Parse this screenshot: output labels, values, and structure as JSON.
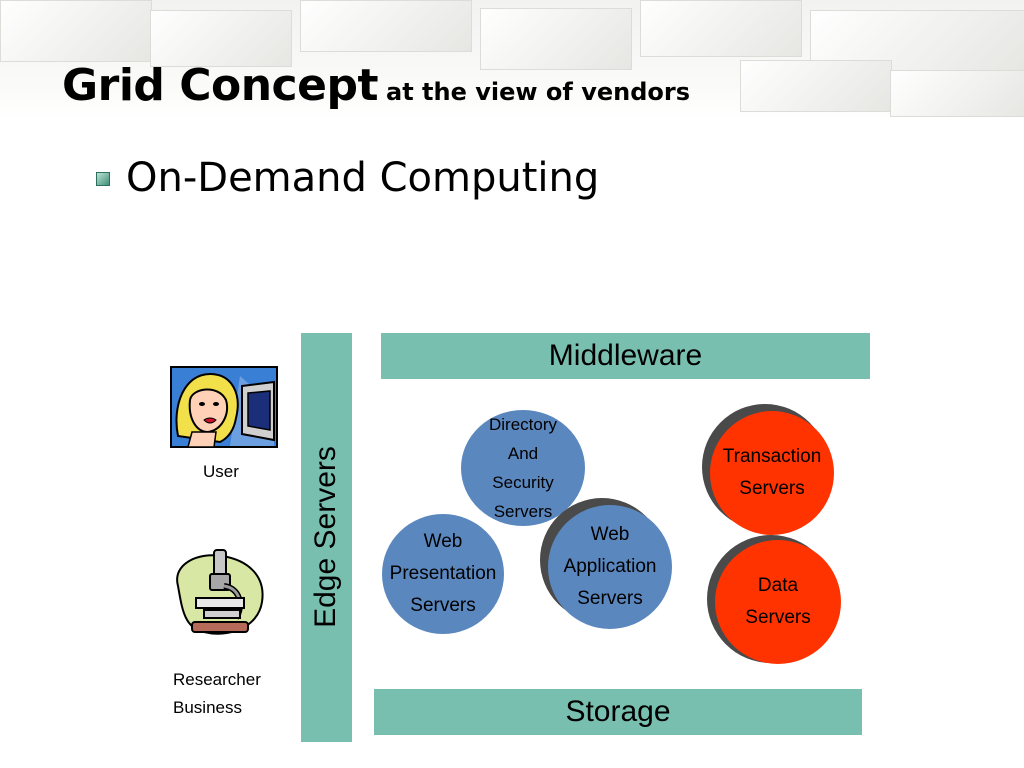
{
  "title": {
    "main": "Grid Concept",
    "sub": "at the view of vendors"
  },
  "bullet": {
    "text": "On-Demand Computing"
  },
  "diagram": {
    "edge_servers": "Edge Servers",
    "middleware": "Middleware",
    "storage": "Storage",
    "directory": "Directory\nAnd\nSecurity\nServers",
    "web_presentation": "Web\nPresentation\nServers",
    "web_application": "Web\nApplication\nServers",
    "transaction": "Transaction\nServers",
    "data": "Data\nServers",
    "user_label": "User",
    "researcher_label": "Researcher\nBusiness"
  },
  "colors": {
    "teal": "#78bfb0",
    "blue_circle": "#5b87bf",
    "red_circle": "#ff3300"
  }
}
